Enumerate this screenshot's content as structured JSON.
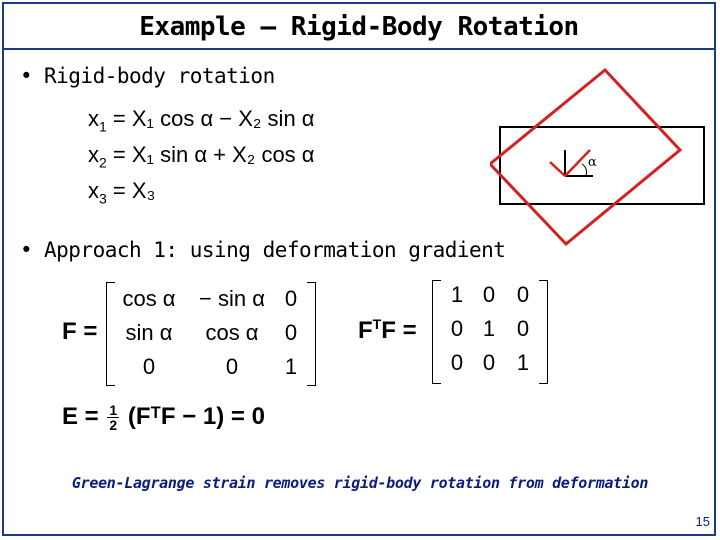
{
  "title": "Example – Rigid-Body Rotation",
  "bullets": {
    "first": "Rigid-body rotation",
    "second": "Approach 1: using deformation gradient"
  },
  "equations": {
    "x1": {
      "lhs": "x",
      "lhs_sub": "1",
      "rhs": "= X₁ cos α − X₂ sin α"
    },
    "x2": {
      "lhs": "x",
      "lhs_sub": "2",
      "rhs": "= X₁ sin α + X₂ cos α"
    },
    "x3": {
      "lhs": "x",
      "lhs_sub": "3",
      "rhs": "= X₃"
    }
  },
  "diagram": {
    "angle_label": "α"
  },
  "F_matrix": {
    "label": "F =",
    "rows": [
      [
        "cos α",
        "− sin α",
        "0"
      ],
      [
        "sin α",
        "cos α",
        "0"
      ],
      [
        "0",
        "0",
        "1"
      ]
    ]
  },
  "FTF_matrix": {
    "label_base": "F",
    "label_sup": "T",
    "label_tail": "F =",
    "rows": [
      [
        "1",
        "0",
        "0"
      ],
      [
        "0",
        "1",
        "0"
      ],
      [
        "0",
        "0",
        "1"
      ]
    ]
  },
  "E_equation": {
    "lhs": "E =",
    "frac_num": "1",
    "frac_den": "2",
    "rhs": "(FᵀF − 1) = 0"
  },
  "note": "Green-Lagrange strain removes rigid-body rotation from deformation",
  "page_number": "15",
  "colors": {
    "frame": "#1a3a8a",
    "red_box": "#d42020",
    "note": "#0a1c80"
  }
}
